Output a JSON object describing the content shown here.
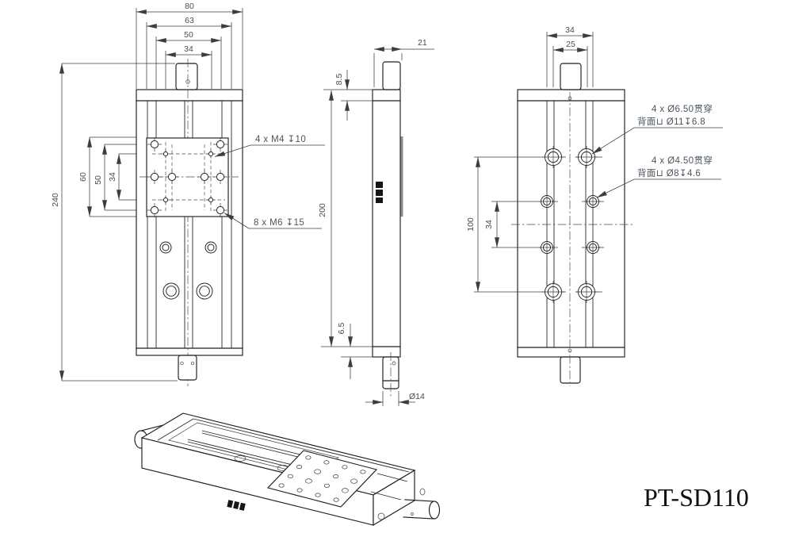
{
  "part_number": "PT-SD110",
  "front_view": {
    "dim_width_outer": "80",
    "dim_width_63": "63",
    "dim_width_50": "50",
    "dim_width_34": "34",
    "dim_height_total": "240",
    "dim_height_60": "60",
    "dim_height_50": "50",
    "dim_height_34": "34",
    "callout_m4": "4 x M4 ↧10",
    "callout_m6": "8 x M6 ↧15"
  },
  "side_view": {
    "dim_thickness": "21",
    "dim_top_inset": "8.5",
    "dim_length": "200",
    "dim_bottom_inset": "6.5",
    "dim_knob_diameter": "Ø14"
  },
  "back_view": {
    "dim_hole_span_34": "34",
    "dim_hole_span_25": "25",
    "dim_hole_pitch_100": "100",
    "dim_hole_pitch_34": "34",
    "callout_cb1_line1": "4 x Ø6.50贯穿",
    "callout_cb1_line2": "背面⊔ Ø11↧6.8",
    "callout_cb2_line1": "4 x Ø4.50贯穿",
    "callout_cb2_line2": "背面⊔ Ø8↧4.6"
  }
}
